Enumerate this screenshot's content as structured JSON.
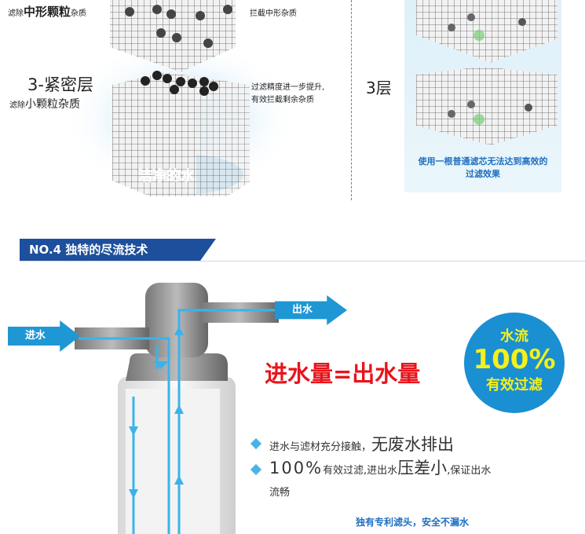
{
  "left_panel": {
    "layer2_sub_prefix": "滤除",
    "layer2_sub_big": "中形颗粒",
    "layer2_sub_suffix": "杂质",
    "layer2_desc": "拦截中形杂质",
    "layer3_title": "3-紧密层",
    "layer3_sub_prefix": "滤除",
    "layer3_sub_big": "小颗粒",
    "layer3_sub_suffix": "杂质",
    "layer3_desc_1": "过滤精度进一步提升,",
    "layer3_desc_2": "有效拦截剩余杂质",
    "clean_water": "洁净的水"
  },
  "right_panel": {
    "layer3_label": "3层",
    "caption_1": "使用一根普通滤芯无法达到高效的",
    "caption_2": "过滤效果"
  },
  "section": {
    "title": "NO.4 独特的尽流技术",
    "inlet": "进水",
    "outlet": "出水",
    "headline": "进水量=出水量",
    "badge_line1": "水流",
    "badge_line2": "100%",
    "badge_line3": "有效过滤",
    "bullet1_small": "进水与滤材充分接触，",
    "bullet1_big": "无废水排出",
    "bullet2_big1": "100%",
    "bullet2_small1": "有效过滤,进出水",
    "bullet2_big2": "压差小",
    "bullet2_small2": ",保证出水",
    "bullet2_line2": "流畅",
    "footer": "独有专利滤头，安全不漏水"
  },
  "colors": {
    "brand_blue": "#1d4f9c",
    "arrow_blue": "#1f97d4",
    "red": "#e8141c",
    "badge_yellow": "#f4f01a"
  }
}
